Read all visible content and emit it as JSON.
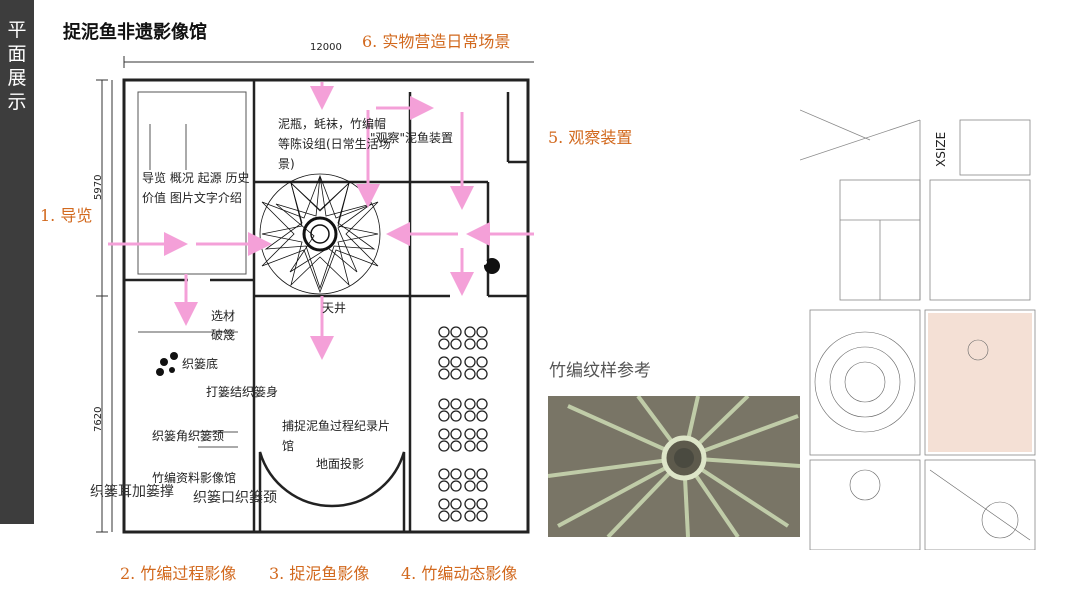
{
  "sidebar": {
    "title": "平面展示"
  },
  "plan_title": "捉泥鱼非遗影像馆",
  "dimensions": {
    "width": "12000",
    "height_top": "5970",
    "height_bottom": "7620"
  },
  "labels": {
    "l1": "1. 导览",
    "l2": "2. 竹编过程影像",
    "l3": "3. 捉泥鱼影像",
    "l4": "4. 竹编动态影像",
    "l5": "5. 观察装置",
    "l6": "6. 实物营造日常场景"
  },
  "rooms": {
    "intro_1": "导览 概况 起源 历史",
    "intro_2": "价值 图片文字介绍",
    "scene_1": "泥瓶，蚝袜，竹编帽",
    "scene_2": "等陈设组(日常生活场",
    "scene_3": "景)",
    "observe": "\"观察\"泥鱼装置",
    "courtyard": "天井",
    "select_1": "选材",
    "select_2": "破篾",
    "weave_base": "织篓底",
    "weave_body": "打篓结织篓身",
    "weave_corner": "织篓角织篓颈",
    "archive": "竹编资料影像馆",
    "weave_ear": "织篓耳加篓撑",
    "weave_mouth": "织篓口织篓颈",
    "film_1": "捕捉泥鱼过程纪录片",
    "film_2": "馆",
    "floor_projection": "地面投影"
  },
  "reference": {
    "title": "竹编纹样参考"
  },
  "thumb": {
    "brand": "XSIZE"
  },
  "colors": {
    "accent_label": "#d2691e",
    "arrow": "#f4a0d8",
    "sidebar": "#3d3d3d",
    "highlight_room": "#f3ddd0"
  },
  "icons": [
    "flow-arrow-icon",
    "bamboo-star-icon",
    "tree-icon",
    "chair-cluster-icon"
  ]
}
